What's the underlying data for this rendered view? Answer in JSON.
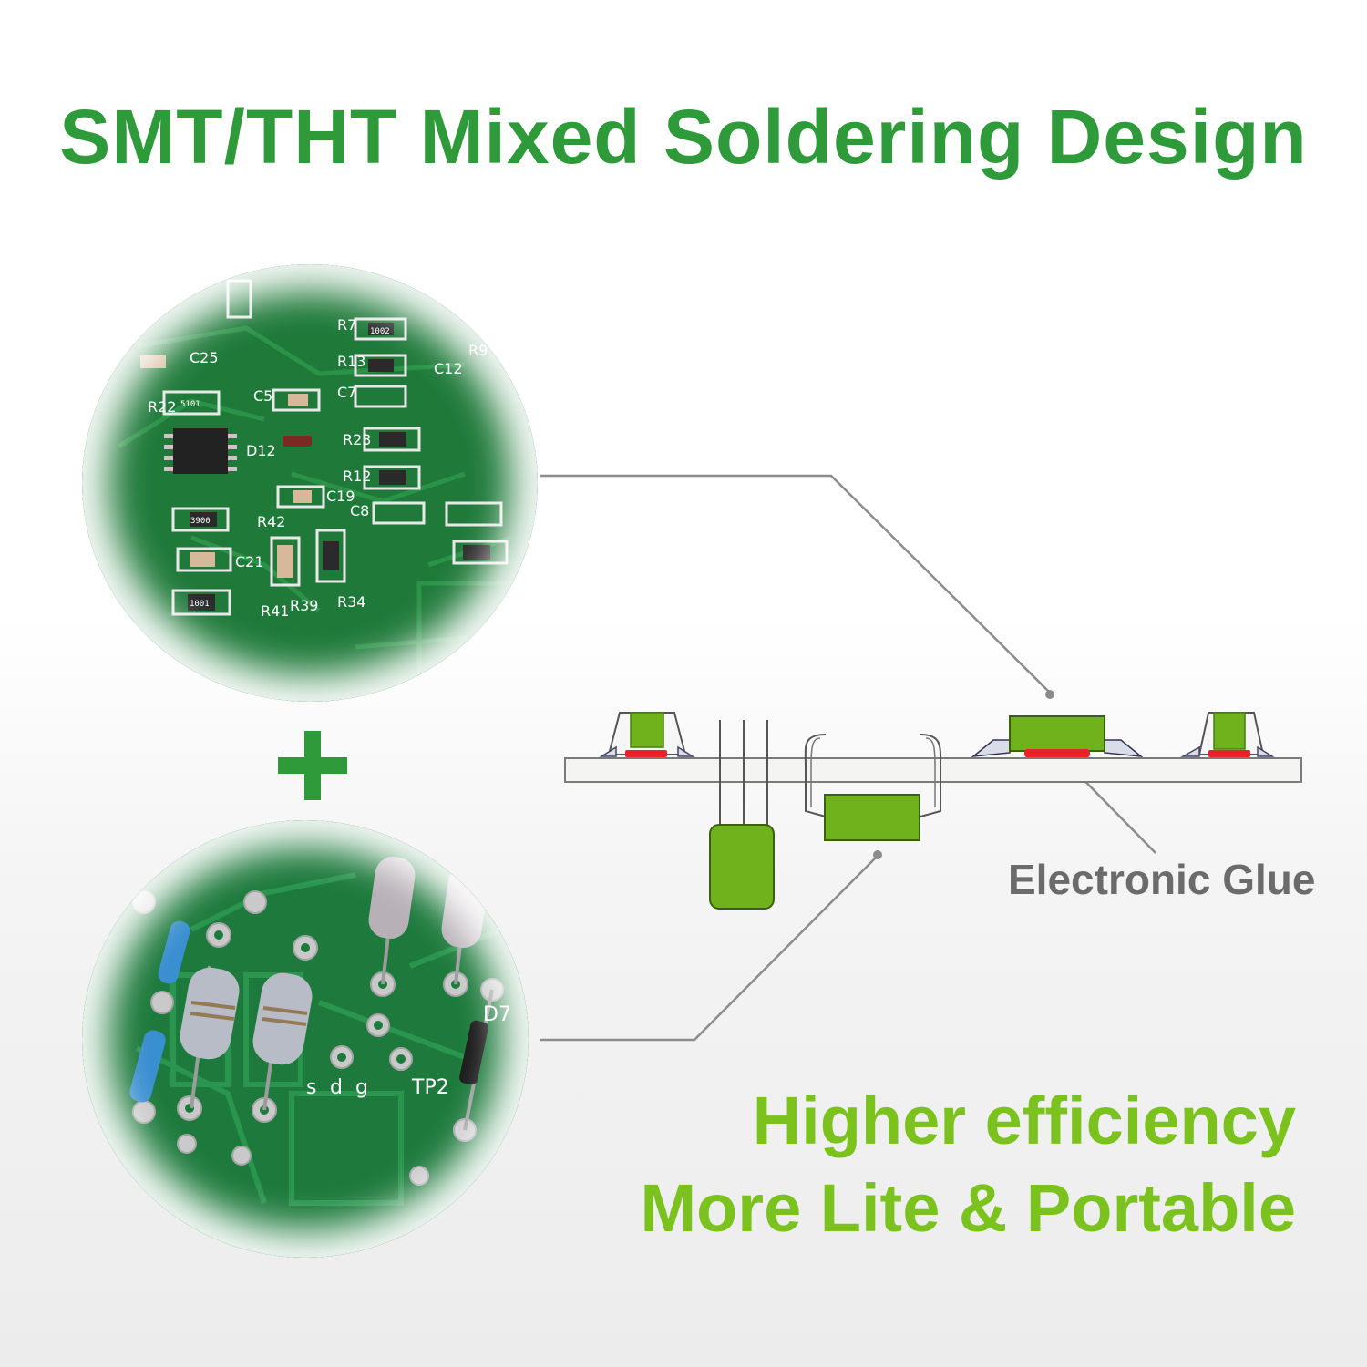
{
  "title": "SMT/THT Mixed Soldering Design",
  "images": {
    "smt_lens": "smt-pcb-closeup-icon",
    "tht_lens": "tht-pcb-closeup-icon",
    "plus": "plus-icon"
  },
  "smt_silkscreen": [
    "C25",
    "R22",
    "C5",
    "R7",
    "R13",
    "C7",
    "C12",
    "R9",
    "D12",
    "R23",
    "R12",
    "C8",
    "C19",
    "R42",
    "C21",
    "R41",
    "R39",
    "R34",
    "5101",
    "1002",
    "3900",
    "1001"
  ],
  "tht_silkscreen": [
    "s",
    "d",
    "g",
    "D7",
    "TP2"
  ],
  "diagram": {
    "glue_label": "Electronic Glue"
  },
  "tagline": {
    "line1": "Higher efficiency",
    "line2": "More Lite & Portable"
  },
  "colors": {
    "title": "#2e9a3a",
    "plus": "#2e9a3a",
    "tagline": "#7cc21e",
    "component_fill": "#6fb21c",
    "glue": "#e8242a",
    "pcb": "#1f7a3a",
    "label": "#6b6b6b",
    "leader": "#8c8c8c"
  }
}
